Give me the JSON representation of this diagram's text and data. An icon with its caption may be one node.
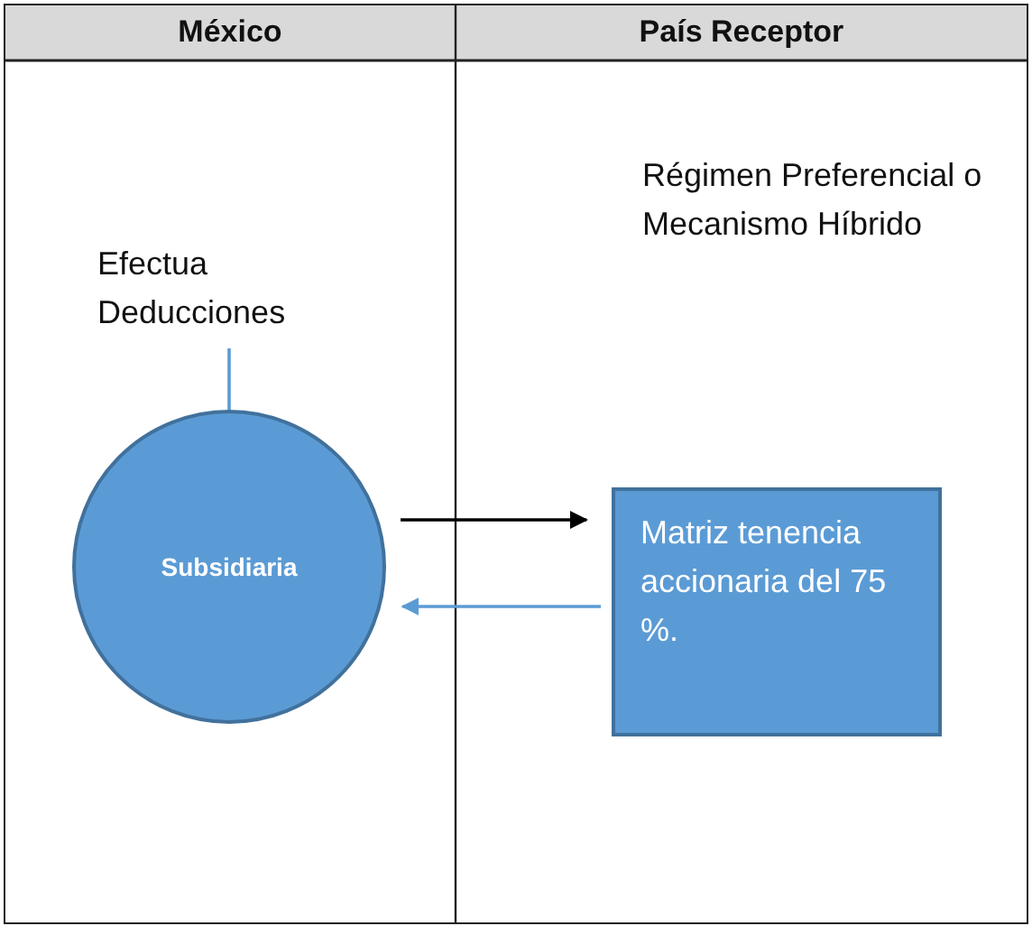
{
  "diagram": {
    "nodes": [
      {
        "text": [
          "Efectua Deducciones"
        ]
      },
      {
        "text": [
          "Subsidiaria"
        ]
      },
      {
        "text": [
          "Matriz tenencia accionaria del 75 %."
        ]
      }
    ],
    "edges": [
      {
        "from": 0,
        "to": 1,
        "arrow": "none"
      },
      {
        "from": 1,
        "to": 2,
        "arrow": "to",
        "color": "#000000"
      },
      {
        "from": 2,
        "to": 1,
        "arrow": "to"
      }
    ],
    "labels": [
      "México",
      "País Receptor",
      "Régimen Preferencial o Mecanismo Híbrido"
    ]
  }
}
